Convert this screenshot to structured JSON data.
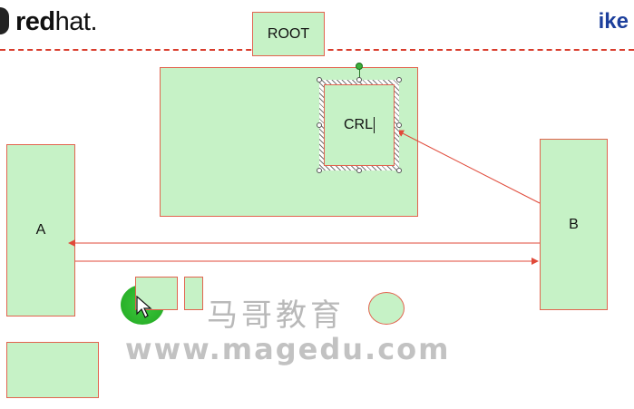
{
  "header": {
    "logo_left_bold": "red",
    "logo_left_light": "hat.",
    "logo_right": "ike"
  },
  "diagram": {
    "root_label": "ROOT",
    "crl_label": "CRL",
    "node_a_label": "A",
    "node_b_label": "B"
  },
  "watermark": {
    "chinese": "马哥教育",
    "url": "www.magedu.com"
  },
  "colors": {
    "box_fill": "#c6f2c6",
    "box_border": "#e2644f",
    "arrow": "#e04a3a",
    "dash_line": "#d93c2c",
    "logo_right": "#1c3f9c"
  },
  "icons": {
    "cursor": "mouse-pointer-icon"
  }
}
